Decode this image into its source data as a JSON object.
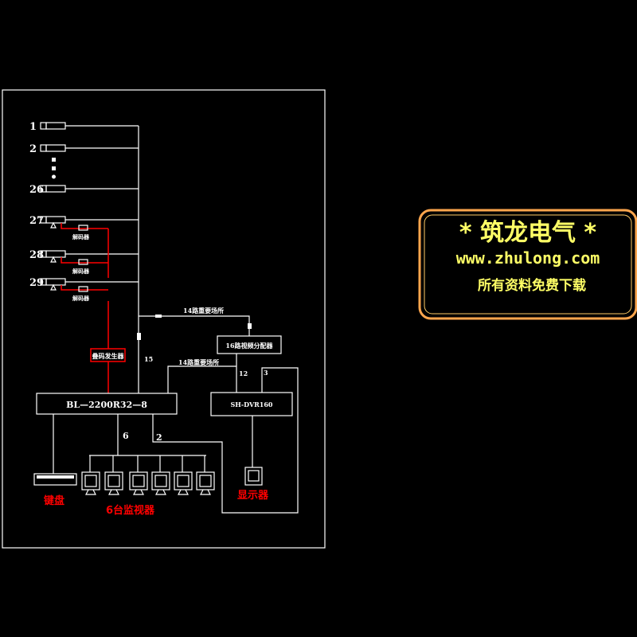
{
  "cameras": [
    {
      "id": "1",
      "label": "1"
    },
    {
      "id": "2",
      "label": "2"
    },
    {
      "id": "26",
      "label": "26"
    },
    {
      "id": "27",
      "label": "27"
    },
    {
      "id": "28",
      "label": "28"
    },
    {
      "id": "29",
      "label": "29"
    }
  ],
  "decoder_label": "解码器",
  "code_generator": "叠码发生器",
  "important_sites": "14路重要场所",
  "video_distributor": "16路视频分配器",
  "matrix": "BL—2200R32—8",
  "dvr": "SH-DVR160",
  "counts": {
    "c15": "15",
    "c12": "12",
    "c3": "3",
    "c6": "6",
    "c2": "2"
  },
  "keyboard": "键盘",
  "monitors": "6台监视器",
  "display": "显示器",
  "logo": {
    "line1": "* 筑龙电气 *",
    "line2": "www.zhulong.com",
    "line3": "所有资料免费下载"
  }
}
